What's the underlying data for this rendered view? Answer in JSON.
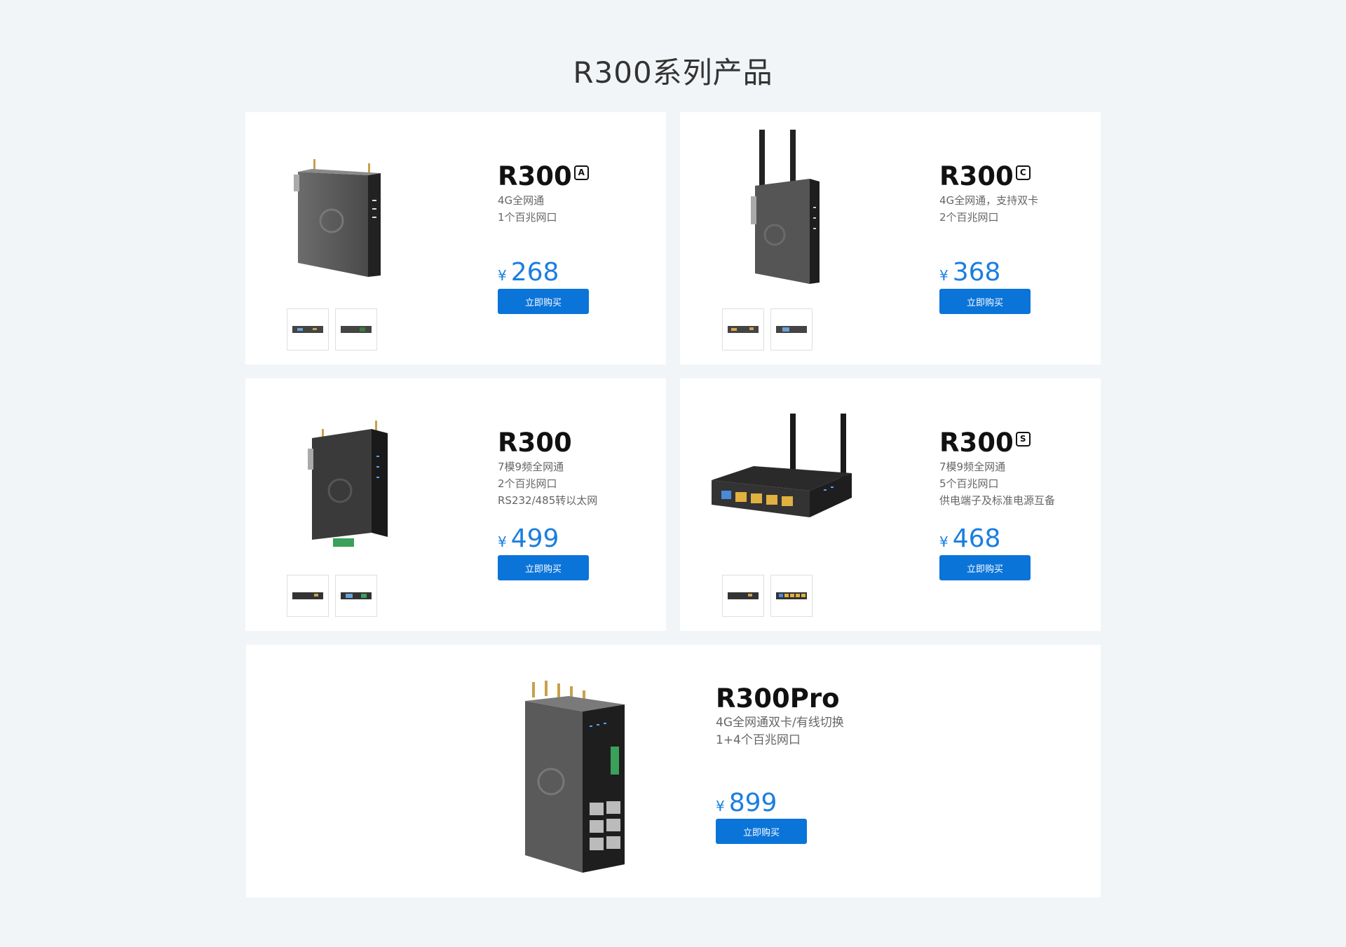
{
  "page": {
    "title": "R300系列产品"
  },
  "colors": {
    "accent": "#0b74d9",
    "price": "#1a7ee0",
    "background": "#f2f5f8"
  },
  "currency_symbol": "¥",
  "products": [
    {
      "name": "R300",
      "badge": "A",
      "specs": [
        "4G全网通",
        "1个百兆网口"
      ],
      "price": "268",
      "buy_label": "立即购买",
      "image_icon": "router-icon"
    },
    {
      "name": "R300",
      "badge": "C",
      "specs": [
        "4G全网通，支持双卡",
        "2个百兆网口"
      ],
      "price": "368",
      "buy_label": "立即购买",
      "image_icon": "router-with-antennas-icon"
    },
    {
      "name": "R300",
      "badge": "",
      "specs": [
        "7模9频全网通",
        "2个百兆网口",
        "RS232/485转以太网"
      ],
      "price": "499",
      "buy_label": "立即购买",
      "image_icon": "industrial-router-icon"
    },
    {
      "name": "R300",
      "badge": "S",
      "specs": [
        "7模9频全网通",
        "5个百兆网口",
        "供电端子及标准电源互备"
      ],
      "price": "468",
      "buy_label": "立即购买",
      "image_icon": "switch-router-icon"
    },
    {
      "name": "R300Pro",
      "badge": "",
      "specs": [
        "4G全网通双卡/有线切换",
        "1+4个百兆网口"
      ],
      "price": "899",
      "buy_label": "立即购买",
      "image_icon": "din-rail-router-icon"
    }
  ]
}
